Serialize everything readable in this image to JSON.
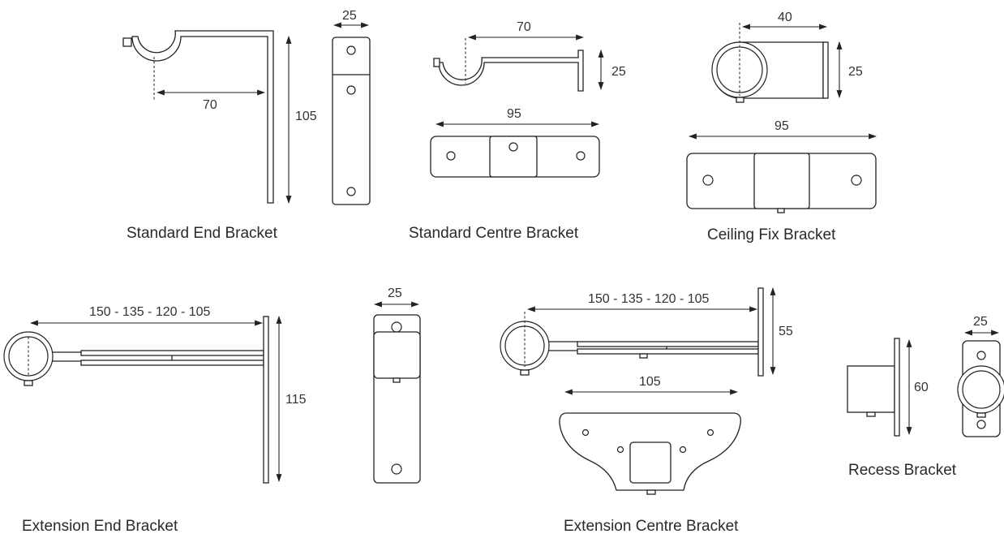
{
  "colors": {
    "line": "#222222",
    "text": "#333333",
    "background": "#ffffff"
  },
  "brackets": {
    "standard_end": {
      "name": "Standard End Bracket",
      "projection": "70",
      "height": "105",
      "width": "25"
    },
    "standard_centre": {
      "name": "Standard Centre Bracket",
      "projection": "70",
      "height": "25",
      "length": "95"
    },
    "ceiling_fix": {
      "name": "Ceiling Fix Bracket",
      "projection": "40",
      "height": "25",
      "length": "95"
    },
    "extension_end": {
      "name": "Extension End Bracket",
      "projection": "150 - 135 - 120 - 105",
      "height": "115",
      "width": "25"
    },
    "extension_centre": {
      "name": "Extension Centre Bracket",
      "projection": "150 - 135 - 120 - 105",
      "height": "55",
      "length": "105"
    },
    "recess": {
      "name": "Recess Bracket",
      "height": "60",
      "width": "25"
    }
  }
}
